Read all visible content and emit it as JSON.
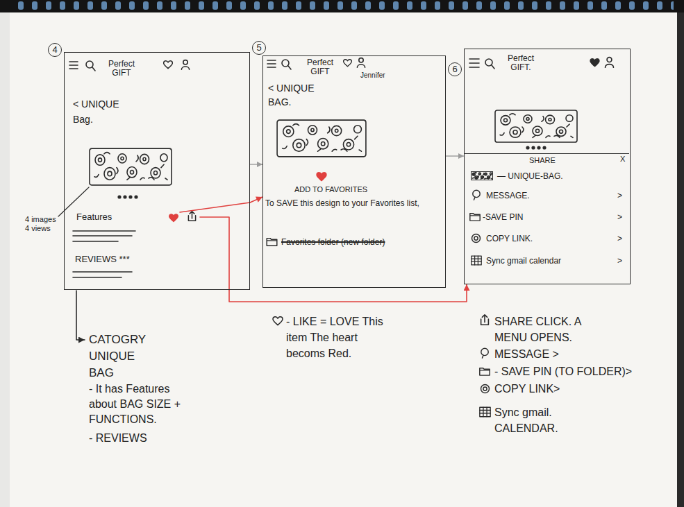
{
  "diagram": {
    "nodes": [
      {
        "text": [
          "4",
          "Perfect GIFT",
          "< UNIQUE Bag.",
          "Features",
          "REVIEWS ***"
        ]
      },
      {
        "text": [
          "5",
          "Perfect GIFT",
          "Jennifer",
          "< UNIQUE BAG.",
          "ADD TO FAVORITES",
          "To SAVE this design to your Favorites list,",
          "Favorites folder (new folder)"
        ]
      },
      {
        "text": [
          "6",
          "Perfect GIFT."
        ]
      },
      {
        "text": [
          "SHARE",
          "X",
          "— UNIQUE-BAG.",
          "MESSAGE.",
          ">",
          "-SAVE PIN",
          ">",
          "COPY LINK.",
          ">",
          "Sync gmail calendar",
          ">"
        ],
        "in": 2
      }
    ],
    "edges": [
      {
        "from": 0,
        "to": 1,
        "arrow": "to"
      },
      {
        "from": 0,
        "to": 1,
        "arrow": "to"
      },
      {
        "from": 0,
        "to": 2,
        "arrow": "to"
      },
      {
        "from": 1,
        "to": 2,
        "arrow": "to"
      }
    ],
    "labels": [
      "4 images 4 views",
      "CATOGRY UNIQUE BAG",
      "- It has Features about BAG SIZE + FUNCTIONS.",
      "- REVIEWS",
      "- LIKE = LOVE This item The heart becoms Red.",
      "SHARE CLICK. A MENU OPENS.",
      "MESSAGE >",
      "- SAVE PIN (TO FOLDER)>",
      "COPY LINK>",
      "Sync gmail. CALENDAR."
    ]
  }
}
